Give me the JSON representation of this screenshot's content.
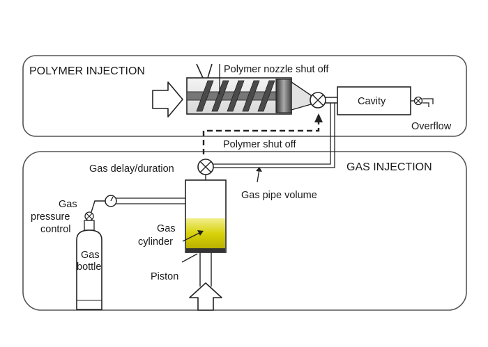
{
  "sections": {
    "polymer": "POLYMER INJECTION",
    "gas": "GAS INJECTION"
  },
  "labels": {
    "polymer_nozzle_shutoff": "Polymer nozzle shut off",
    "cavity": "Cavity",
    "overflow": "Overflow",
    "polymer_shutoff": "Polymer shut off",
    "gas_delay_duration": "Gas delay/duration",
    "gas_pipe_volume": "Gas pipe volume",
    "gas_pressure_line1": "Gas",
    "gas_pressure_line2": "pressure",
    "gas_pressure_line3": "control",
    "gas_cylinder_line1": "Gas",
    "gas_cylinder_line2": "cylinder",
    "gas_bottle_line1": "Gas",
    "gas_bottle_line2": "bottle",
    "piston": "Piston"
  },
  "colors": {
    "stroke": "#1a1a1a",
    "panel_border": "#555555",
    "gas_fill": "#d8d20a",
    "gas_fill_light": "#f1ee8c",
    "screw_dark": "#4a4a4a"
  },
  "icons": {
    "valve": "crossed-circle-valve-icon",
    "gauge": "pressure-gauge-icon",
    "arrow": "hollow-arrow-icon"
  }
}
